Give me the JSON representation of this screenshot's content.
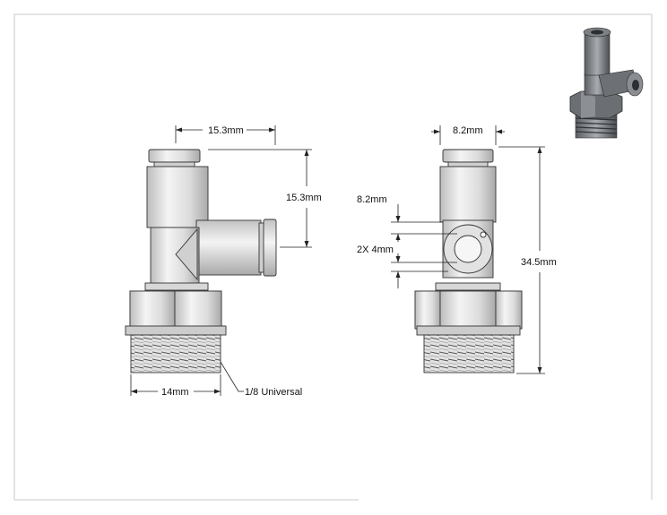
{
  "dimensions": {
    "front_top_width": "15.3mm",
    "front_side_height": "15.3mm",
    "front_thread_width": "14mm",
    "thread_spec": "1/8 Universal",
    "side_top_width": "8.2mm",
    "side_port_offset": "8.2mm",
    "side_port_diameter": "2X 4mm",
    "side_total_height": "34.5mm"
  },
  "colors": {
    "body_light": "#eeeeee",
    "body_mid": "#d4d4d4",
    "body_dark": "#9a9a9a",
    "outline": "#333333",
    "frame": "#c8c8c8"
  }
}
